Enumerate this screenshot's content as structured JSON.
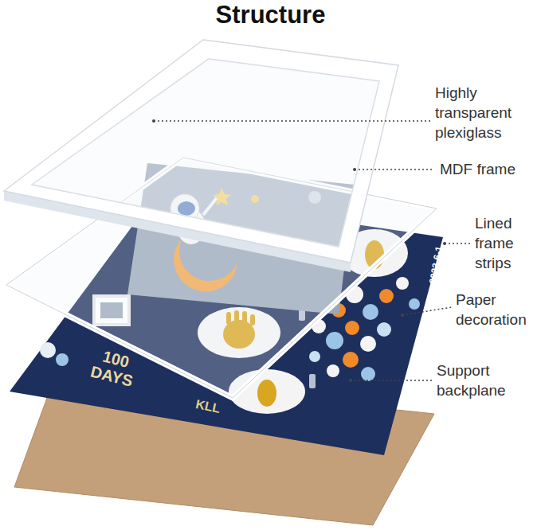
{
  "diagram": {
    "title": "Structure",
    "labels": [
      "Highly transparent plexiglass",
      "MDF frame",
      "Lined frame strips",
      "Paper decoration",
      "Support backplane",
      "2023-6-1",
      "100 DAYS",
      "KLL"
    ]
  }
}
